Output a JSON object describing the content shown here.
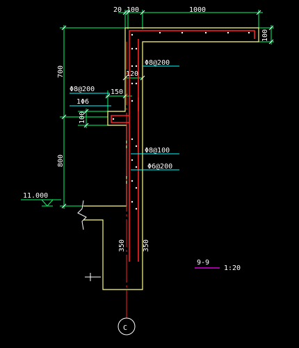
{
  "section": {
    "label": "9-9",
    "scale": "1:20"
  },
  "dimensions": {
    "top_20": "20",
    "top_100": "100",
    "top_1000": "1000",
    "right_100": "100",
    "left_700": "700",
    "left_800": "800",
    "left_100": "100",
    "dim_150": "150",
    "dim_120": "120",
    "dim_350_left": "350",
    "dim_350_right": "350"
  },
  "rebar": {
    "r1": "Φ8@200",
    "r2": "Φ8@200",
    "r3": "1Φ6",
    "r4": "Φ8@100",
    "r5": "Φ6@200"
  },
  "elevation": {
    "value": "11.000"
  },
  "axis": {
    "label": "C"
  },
  "colors": {
    "concrete": "#ffff80",
    "rebar": "#ff2020",
    "dimension": "#00ff66",
    "leader": "#00ffff",
    "text": "#ffffff",
    "scale_underline": "#ff00ff"
  }
}
